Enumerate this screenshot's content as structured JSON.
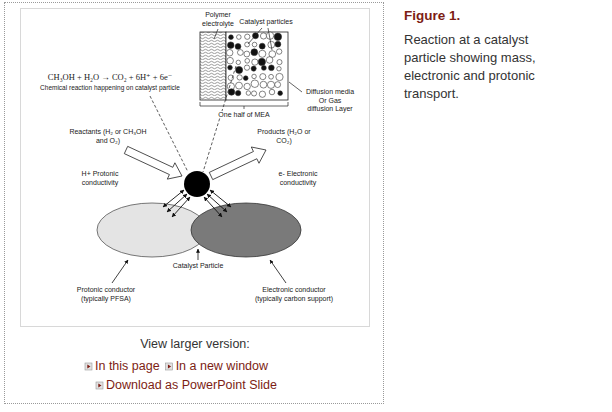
{
  "diagram": {
    "title": "Figure 1.",
    "caption": "Reaction at a catalyst particle showing mass, electronic and protonic transport.",
    "nodes": [
      {
        "text": [
          "View larger version:",
          "In this page",
          "In a new window",
          "Download as PowerPoint Slide"
        ]
      }
    ],
    "labels": [
      "Polymer electrolyte",
      "Catalyst particles",
      "CH₃OH + H₂O → CO₂ + 6H⁺ + 6e⁻",
      "Chemical reaction happening on catalyst particle",
      "Diffusion media Or Gas diffusion Layer",
      "One half of MEA",
      "Reactants (H₂ or CH₃OH and O₂)",
      "Products (H₂O or CO₂)",
      "H+ Protonic conductivity",
      "e- Electronic conductivity",
      "Catalyst Particle",
      "Protonic conductor (typically PFSA)",
      "Electronic conductor (typically carbon support)"
    ]
  }
}
